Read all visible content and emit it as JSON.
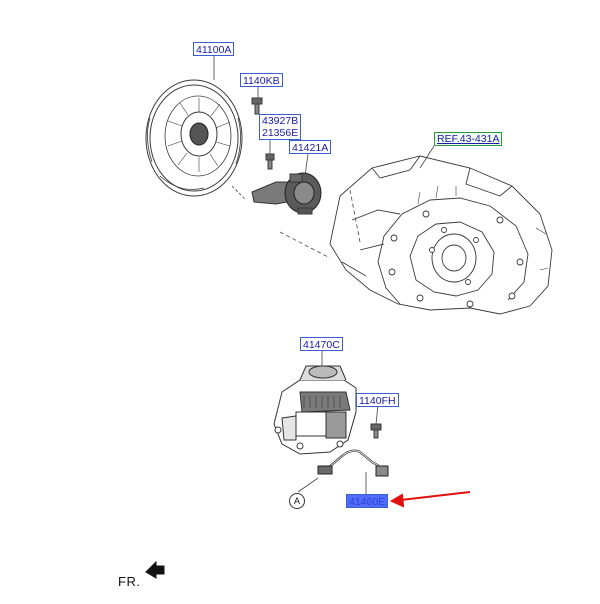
{
  "labels": {
    "clutch_cover": "41100A",
    "bolt": "1140KB",
    "clip_line1": "43927B",
    "clip_line2": "21356E",
    "release_bearing": "41421A",
    "reference": "REF.43-431A",
    "actuator": "41470C",
    "actuator_bolt": "1140FH",
    "harness": "41460E"
  },
  "callout_a": "A",
  "orientation": "FR.",
  "colors": {
    "label_border": "#3a5fd0",
    "label_text": "#1a1aa8",
    "highlight_fill": "#4f6cff",
    "ref_border": "#2a9a3a",
    "pointer_arrow": "#e01010",
    "line_art": "#3a3a3a"
  }
}
